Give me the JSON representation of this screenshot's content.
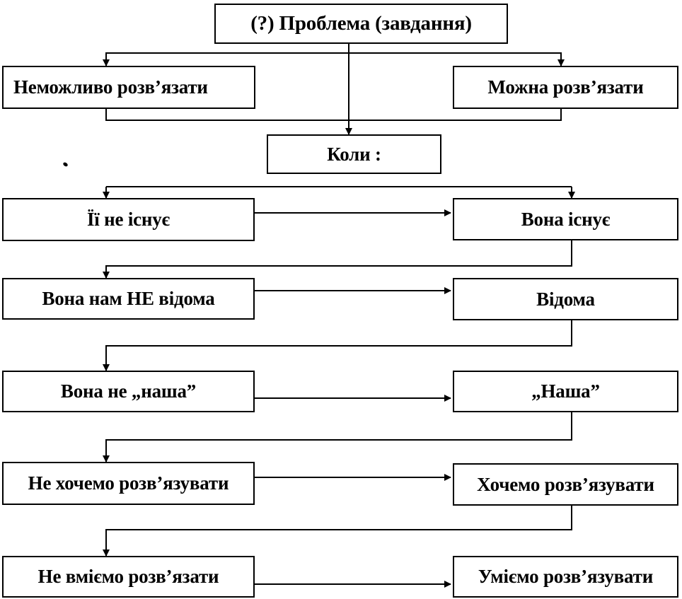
{
  "diagram": {
    "root": "(?) Проблема (завдання)",
    "branches": {
      "left": "Неможливо розв’язати",
      "right": "Можна розв’язати"
    },
    "when": "Коли :",
    "pairs": [
      {
        "negative": "Її не існує",
        "positive": "Вона існує"
      },
      {
        "negative": "Вона нам НЕ відома",
        "positive": "Відома"
      },
      {
        "negative": "Вона не „наша”",
        "positive": "„Наша”"
      },
      {
        "negative": "Не хочемо розв’язувати",
        "positive": "Хочемо розв’язувати"
      },
      {
        "negative": "Не вміємо розв’язати",
        "positive": "Уміємо розв’язувати"
      }
    ]
  },
  "colors": {
    "line": "#000000",
    "box_border": "#000000",
    "background": "#ffffff"
  }
}
